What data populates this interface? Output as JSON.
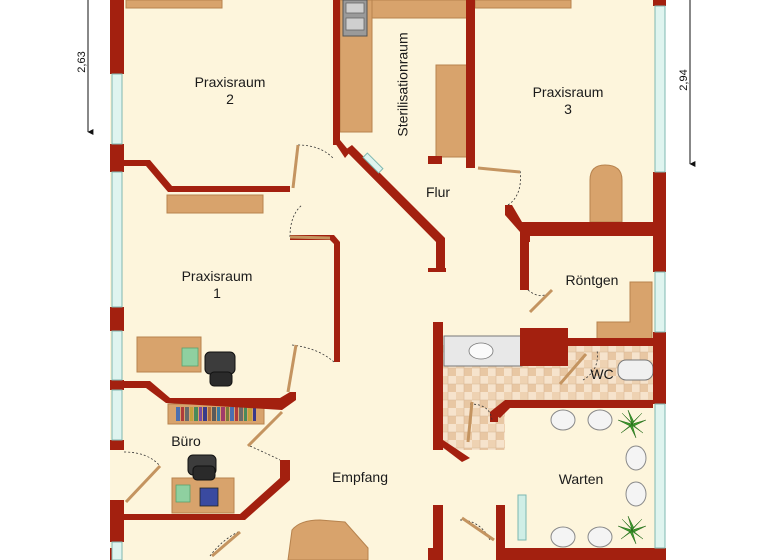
{
  "rooms": {
    "praxisraum2": {
      "line1": "Praxisraum",
      "line2": "2"
    },
    "praxisraum3": {
      "line1": "Praxisraum",
      "line2": "3"
    },
    "praxisraum1": {
      "line1": "Praxisraum",
      "line2": "1"
    },
    "sterilisation": "Sterilisationraum",
    "flur": "Flur",
    "roentgen": "Röntgen",
    "wc": "WC",
    "buero": "Büro",
    "empfang": "Empfang",
    "warten": "Warten"
  },
  "dimensions": {
    "left": "2,63",
    "right": "2,94"
  },
  "colors": {
    "wall": "#a3200f",
    "floor": "#fdf5dc",
    "wood": "#d8a36c",
    "window": "#cfeee6",
    "tile": "#f3dcc4"
  }
}
